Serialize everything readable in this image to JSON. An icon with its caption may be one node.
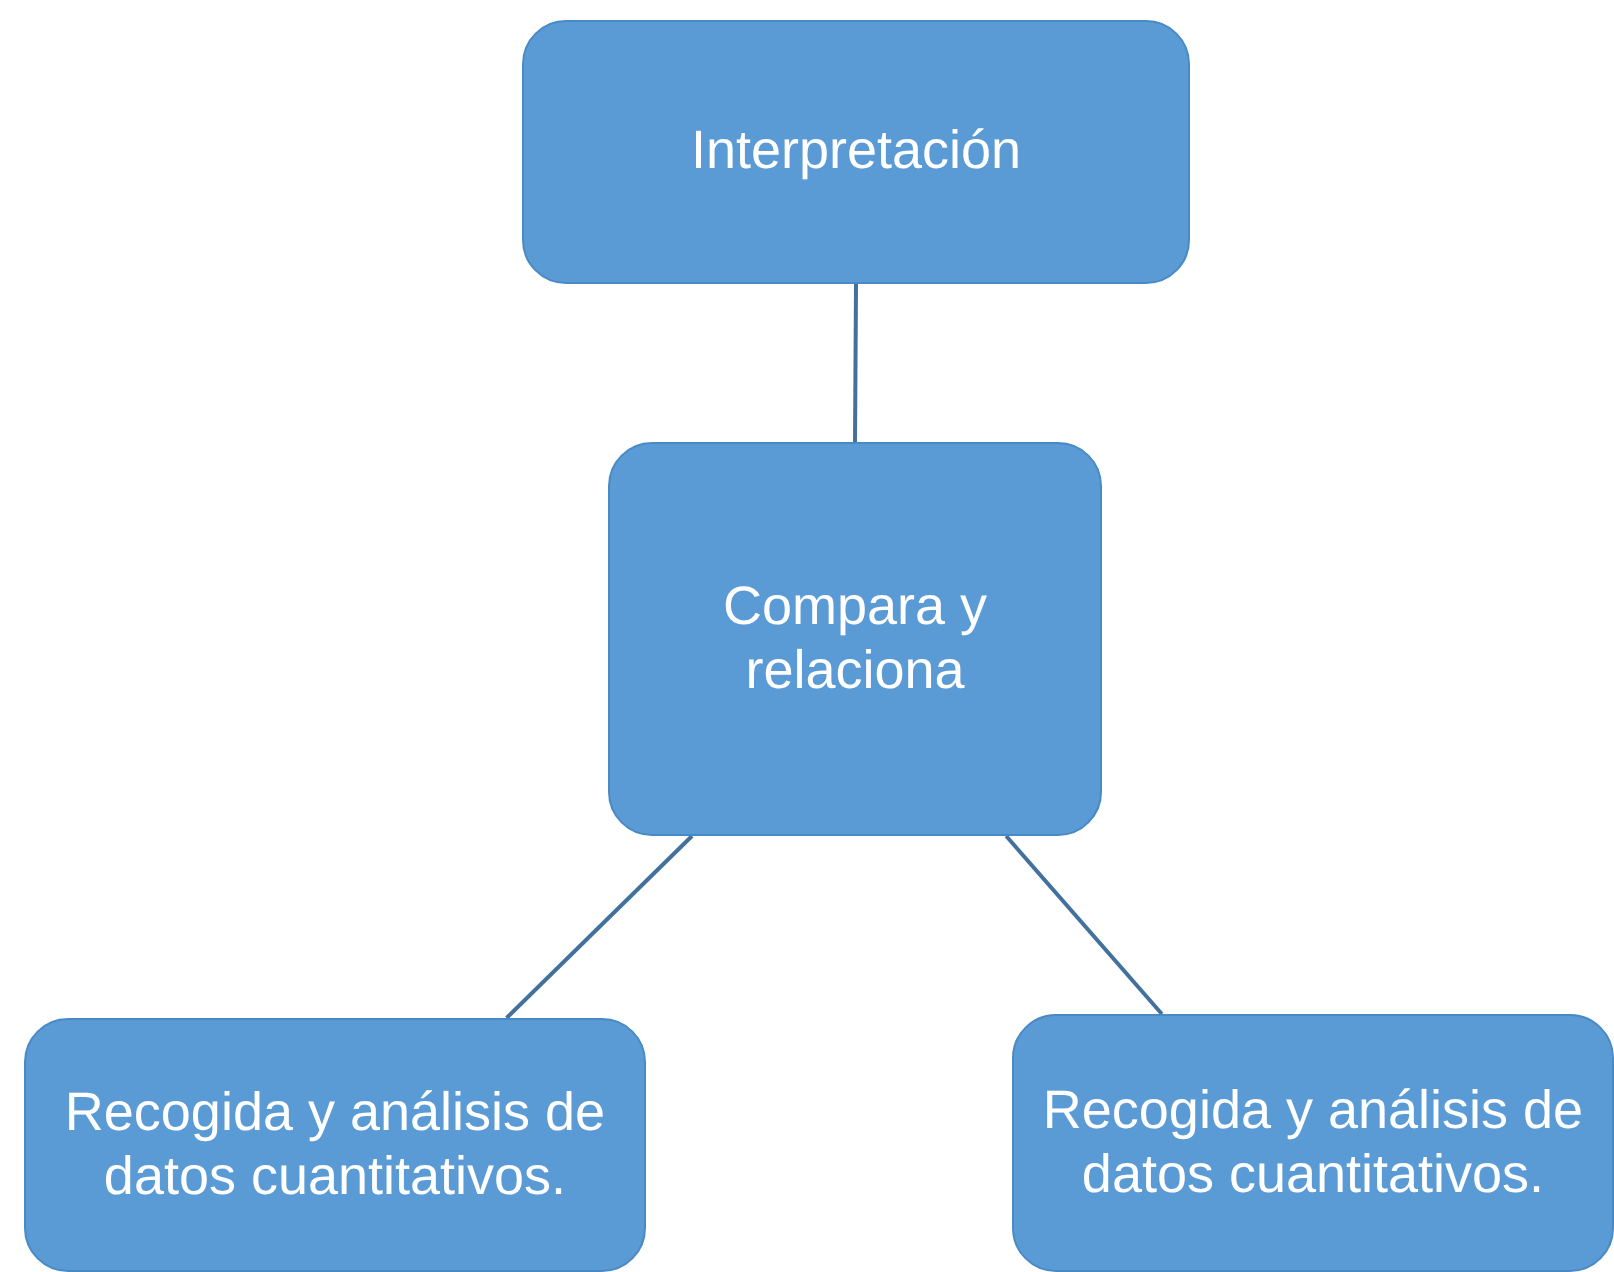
{
  "diagram": {
    "nodes": [
      {
        "text": [
          "Interpretación"
        ]
      },
      {
        "text": [
          "Compara y relaciona"
        ]
      },
      {
        "text": [
          "Recogida y análisis de datos cuantitativos."
        ]
      },
      {
        "text": [
          "Recogida y análisis de datos cuantitativos."
        ]
      }
    ],
    "edges": [
      {
        "from": 0,
        "to": 1,
        "arrow": "none"
      },
      {
        "from": 1,
        "to": 2,
        "arrow": "none"
      },
      {
        "from": 1,
        "to": 3,
        "arrow": "none"
      }
    ]
  }
}
